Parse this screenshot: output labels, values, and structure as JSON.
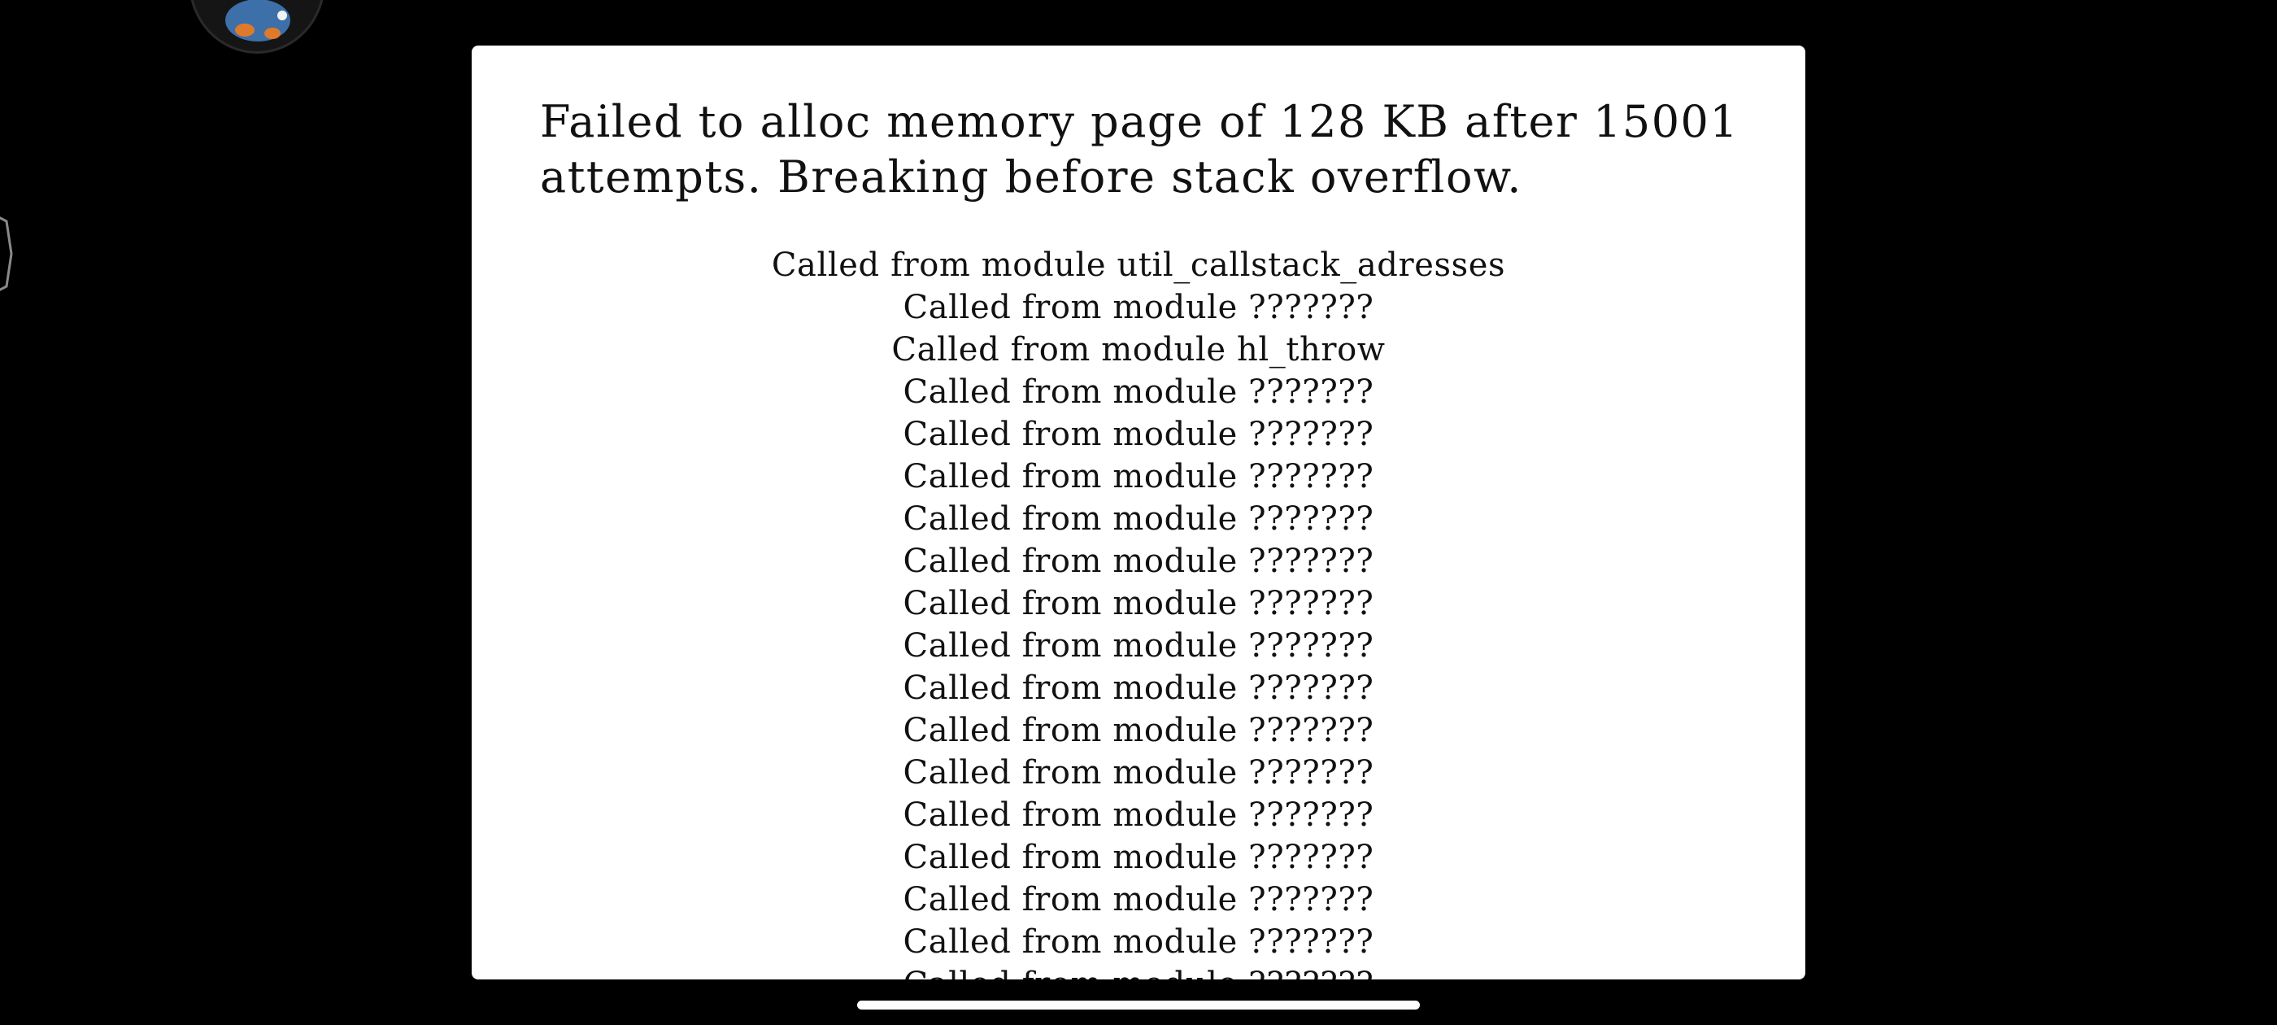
{
  "dialog": {
    "message": "Failed to alloc memory page of 128 KB after 15001 attempts. Breaking before stack overflow.",
    "stack_lines": [
      "Called from module util_callstack_adresses",
      "Called from module ???????",
      "Called from module hl_throw",
      "Called from module ???????",
      "Called from module ???????",
      "Called from module ???????",
      "Called from module ???????",
      "Called from module ???????",
      "Called from module ???????",
      "Called from module ???????",
      "Called from module ???????",
      "Called from module ???????",
      "Called from module ???????",
      "Called from module ???????",
      "Called from module ???????",
      "Called from module ???????",
      "Called from module ???????",
      "Called from module ???????"
    ]
  },
  "icons": {
    "avatar": "bird-avatar-icon",
    "edge": "hexagon-button-icon"
  },
  "colors": {
    "background": "#000000",
    "dialog": "#ffffff",
    "text": "#111111",
    "avatar_accent": "#e07a2b"
  }
}
